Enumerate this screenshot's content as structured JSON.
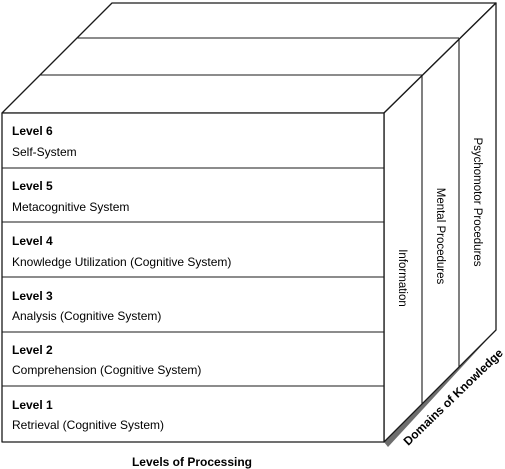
{
  "levels": [
    {
      "title": "Level 6",
      "desc": "Self-System"
    },
    {
      "title": "Level 5",
      "desc": "Metacognitive System"
    },
    {
      "title": "Level 4",
      "desc": "Knowledge Utilization (Cognitive System)"
    },
    {
      "title": "Level 3",
      "desc": "Analysis (Cognitive System)"
    },
    {
      "title": "Level 2",
      "desc": "Comprehension (Cognitive System)"
    },
    {
      "title": "Level 1",
      "desc": "Retrieval (Cognitive System)"
    }
  ],
  "domains": [
    "Information",
    "Mental Procedures",
    "Psychomotor Procedures"
  ],
  "axis_levels": "Levels of Processing",
  "axis_domains": "Domains of Knowledge"
}
